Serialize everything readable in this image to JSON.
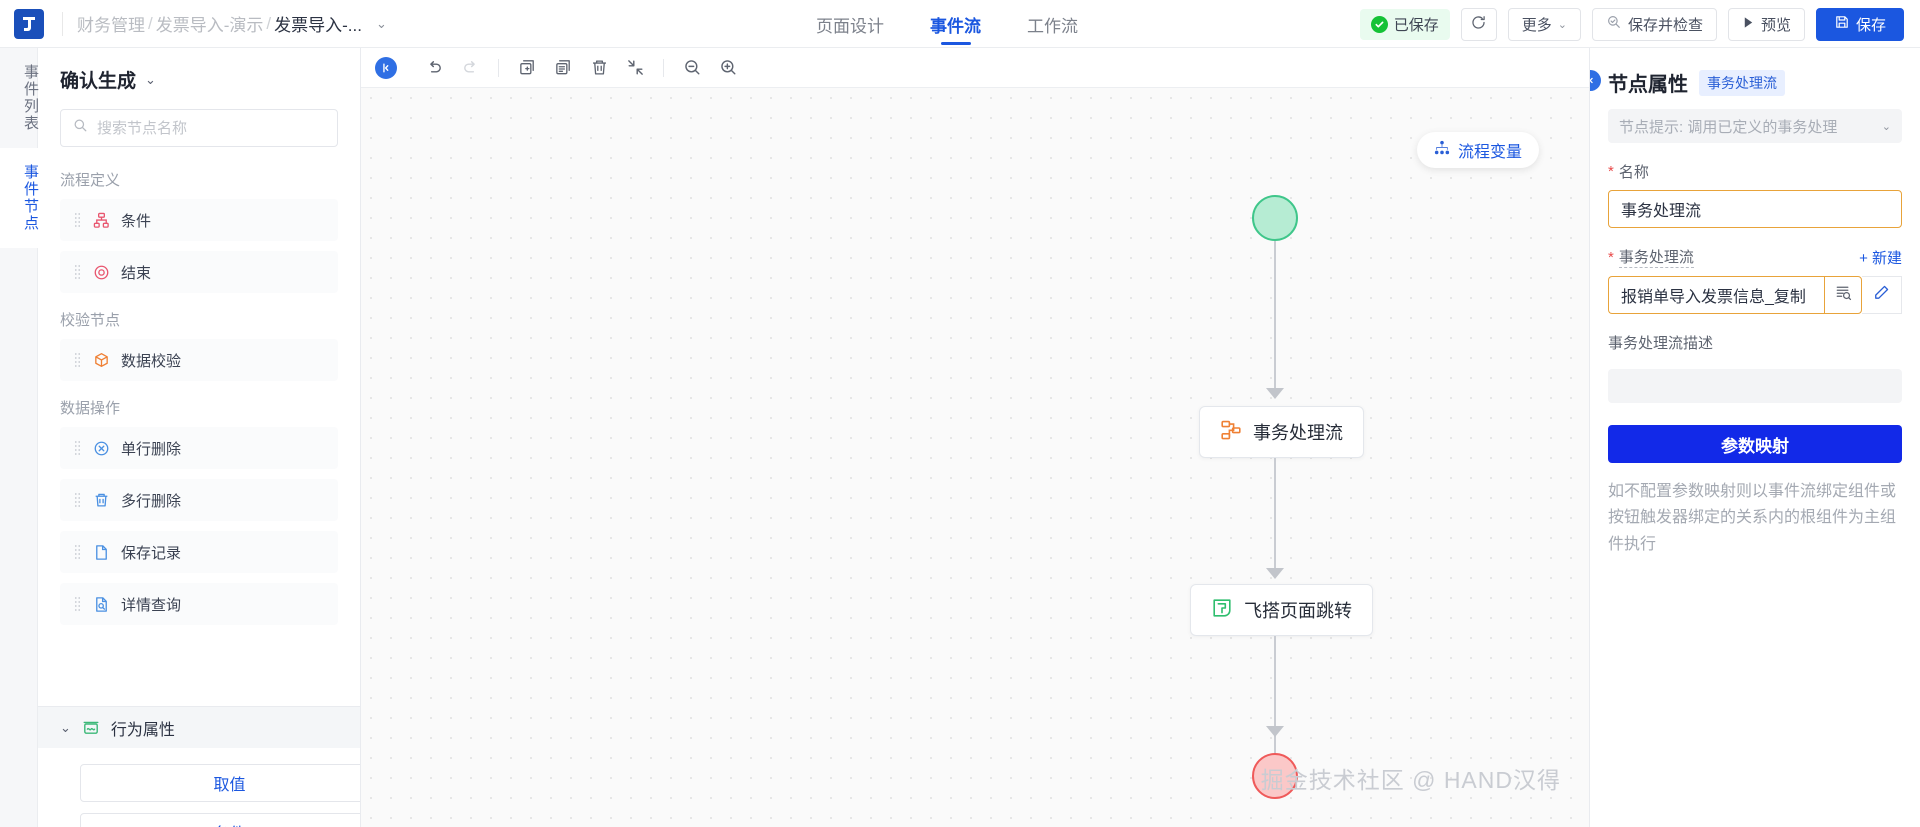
{
  "header": {
    "logo": "logo-icon",
    "breadcrumb": [
      "财务管理",
      "发票导入-演示",
      "发票导入-..."
    ],
    "breadcrumb_separator": "/",
    "breadcrumb_caret": "⌄",
    "tabs": [
      {
        "label": "页面设计",
        "active": false
      },
      {
        "label": "事件流",
        "active": true
      },
      {
        "label": "工作流",
        "active": false
      }
    ],
    "saved_status": "已保存",
    "refresh_icon": "refresh-icon",
    "more_label": "更多",
    "more_caret": "⌄",
    "save_check_label": "保存并检查",
    "preview_label": "预览",
    "save_label": "保存",
    "accent_color": "#1b57e0",
    "success_color": "#15c236"
  },
  "rail": {
    "items": [
      {
        "label": "事件列表",
        "active": false
      },
      {
        "label": "事件节点",
        "active": true
      }
    ]
  },
  "left_panel": {
    "title": "确认生成",
    "title_caret": "⌄",
    "search": {
      "placeholder": "搜索节点名称",
      "value": "",
      "icon": "search-icon"
    },
    "groups": [
      {
        "label": "流程定义",
        "items": [
          {
            "label": "条件",
            "icon": "sitemap-icon",
            "color": "#e8566f"
          },
          {
            "label": "结束",
            "icon": "target-icon",
            "color": "#e8566f"
          }
        ]
      },
      {
        "label": "校验节点",
        "items": [
          {
            "label": "数据校验",
            "icon": "cube-icon",
            "color": "#ef8034"
          }
        ]
      },
      {
        "label": "数据操作",
        "items": [
          {
            "label": "单行删除",
            "icon": "circle-x-icon",
            "color": "#4a90e2"
          },
          {
            "label": "多行删除",
            "icon": "trash-icon",
            "color": "#4a90e2"
          },
          {
            "label": "保存记录",
            "icon": "file-icon",
            "color": "#4a90e2"
          },
          {
            "label": "详情查询",
            "icon": "file-search-icon",
            "color": "#4a90e2"
          }
        ]
      }
    ],
    "behavior": {
      "caret": "⌄",
      "icon": "behavior-icon",
      "title": "行为属性",
      "buttons": [
        "取值",
        "条件"
      ]
    }
  },
  "canvas": {
    "toolbar": {
      "collapse_icon": "collapse-left-icon",
      "buttons": [
        {
          "name": "undo-icon",
          "disabled": false
        },
        {
          "name": "redo-icon",
          "disabled": true
        },
        {
          "name": "add-node-icon",
          "disabled": false
        },
        {
          "name": "copy-icon",
          "disabled": false
        },
        {
          "name": "delete-icon",
          "disabled": false
        },
        {
          "name": "fit-screen-icon",
          "disabled": false
        },
        {
          "name": "zoom-out-icon",
          "disabled": false
        },
        {
          "name": "zoom-in-icon",
          "disabled": false
        }
      ]
    },
    "flow_variable_label": "流程变量",
    "flow_variable_icon": "hierarchy-icon",
    "nodes": [
      {
        "id": "start",
        "type": "start",
        "label": "",
        "fill": "#b6ecd3",
        "stroke": "#3fc68a"
      },
      {
        "id": "tx",
        "type": "task",
        "label": "事务处理流",
        "icon": "transaction-icon",
        "icon_color": "#ef8034"
      },
      {
        "id": "jump",
        "type": "task",
        "label": "飞搭页面跳转",
        "icon": "leaf-page-icon",
        "icon_color": "#2fbe6e"
      },
      {
        "id": "end",
        "type": "end",
        "label": "",
        "fill": "#fbc8c8",
        "stroke": "#ef5a5a"
      }
    ],
    "watermark": "掘金技术社区 @ HAND汉得"
  },
  "right_panel": {
    "collapse_icon": "collapse-right-icon",
    "title": "节点属性",
    "chip": "事务处理流",
    "hint": "节点提示: 调用已定义的事务处理",
    "hint_caret": "⌄",
    "name_label": "名称",
    "name_value": "事务处理流",
    "tx_label": "事务处理流",
    "new_link": "+ 新建",
    "tx_value": "报销单导入发票信息_复制",
    "tx_search_icon": "list-search-icon",
    "tx_edit_icon": "pencil-icon",
    "desc_label": "事务处理流描述",
    "desc_value": "",
    "map_button": "参数映射",
    "note": "如不配置参数映射则以事件流绑定组件或按钮触发器绑定的关系内的根组件为主组件执行",
    "required_mark": "*"
  }
}
